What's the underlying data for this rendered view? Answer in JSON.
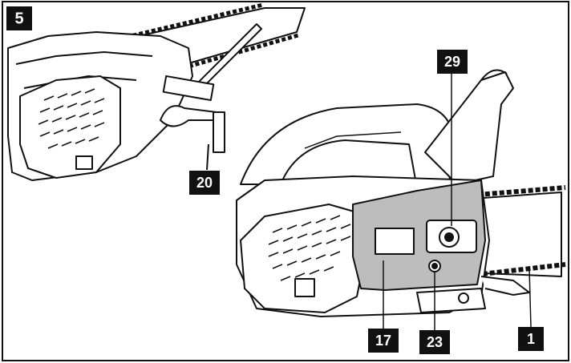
{
  "figure": {
    "step_number": "5",
    "callouts": [
      {
        "id": "c20",
        "label": "20"
      },
      {
        "id": "c29",
        "label": "29"
      },
      {
        "id": "c17",
        "label": "17"
      },
      {
        "id": "c23",
        "label": "23"
      },
      {
        "id": "c1",
        "label": "1"
      }
    ]
  },
  "colors": {
    "line": "#111111",
    "cover_fill": "#bdbdbd",
    "label_bg": "#111111",
    "label_text": "#ffffff"
  }
}
